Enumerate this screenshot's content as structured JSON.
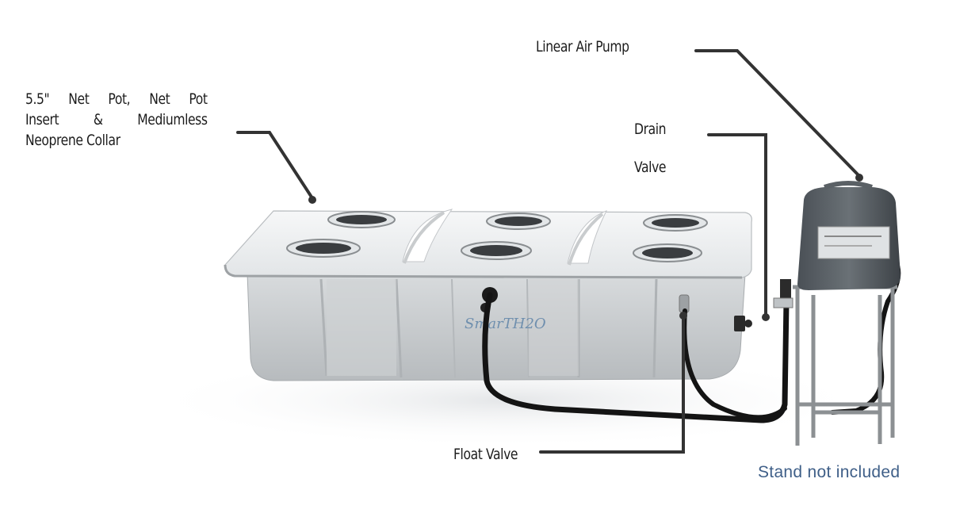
{
  "labels": {
    "net_pot_line1": "5.5\" Net Pot, Net Pot",
    "net_pot_line2": "Insert & Mediumless",
    "net_pot_line3": "Neoprene Collar",
    "linear_air_pump": "Linear Air Pump",
    "drain_valve_line1": "Drain",
    "drain_valve_line2": "Valve",
    "float_valve": "Float Valve",
    "stand_note": "Stand not included"
  },
  "brand_logo_text": "SmarTH2O",
  "colors": {
    "tank_body": "#c9ccce",
    "tank_lid": "#eef0f1",
    "hose": "#141414",
    "leader_line": "#333333",
    "stand_note": "#3f5f88"
  },
  "icons": {
    "pump": "air-pump-icon",
    "stand": "stand-icon"
  }
}
